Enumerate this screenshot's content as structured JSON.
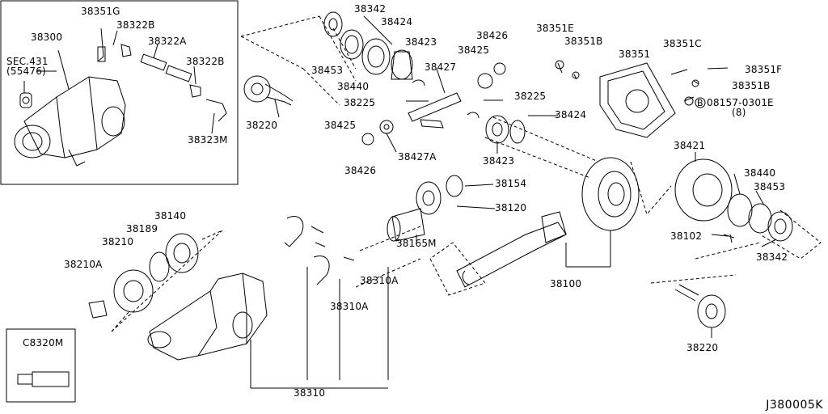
{
  "diagram_code": "J380005K",
  "inset": {
    "section_ref": "SEC.431",
    "section_sub": "(55476)",
    "labels": [
      "38300",
      "38351G",
      "38322B",
      "38322A",
      "38322B",
      "38323M"
    ]
  },
  "tool_box": {
    "label": "C8320M"
  },
  "parts": {
    "p38342_top": "38342",
    "p38424_top": "38424",
    "p38423_top": "38423",
    "p38453_top": "38453",
    "p38440_top": "38440",
    "p38426_top": "38426",
    "p38425_top": "38425",
    "p38427": "38427",
    "p38225_a": "38225",
    "p38225_b": "38225",
    "p38424_mid": "38424",
    "p38425_mid": "38425",
    "p38426_mid": "38426",
    "p38427A": "38427A",
    "p38423_mid": "38423",
    "p38220_left": "38220",
    "p38351E": "38351E",
    "p38351B_top": "38351B",
    "p38351C": "38351C",
    "p38351": "38351",
    "p38351F": "38351F",
    "p38351B_mid": "38351B",
    "bolt_code": "08157-0301E",
    "bolt_qty": "(8)",
    "bolt_prefix": "B",
    "p38421": "38421",
    "p38440_right": "38440",
    "p38453_right": "38453",
    "p38102": "38102",
    "p38342_right": "38342",
    "p38220_right": "38220",
    "p38154": "38154",
    "p38120": "38120",
    "p38165M": "38165M",
    "p38100": "38100",
    "p38140": "38140",
    "p38189": "38189",
    "p38210": "38210",
    "p38210A": "38210A",
    "p38310A_a": "38310A",
    "p38310A_b": "38310A",
    "p38310": "38310"
  }
}
